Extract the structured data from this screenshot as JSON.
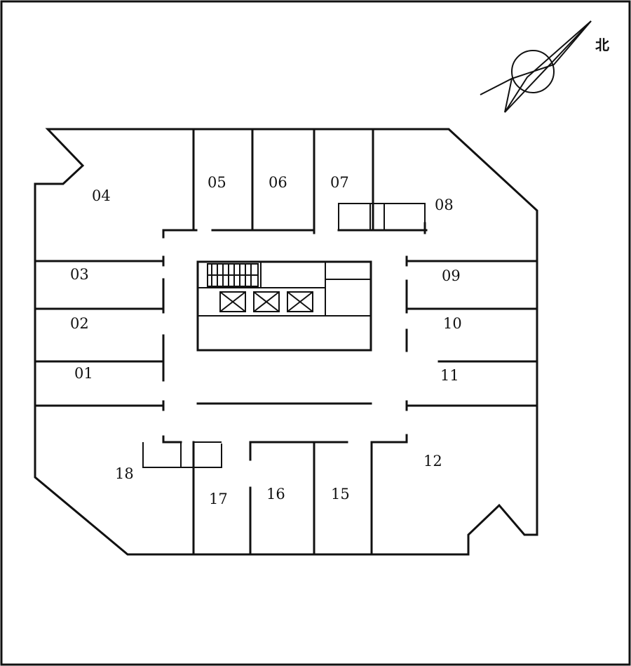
{
  "compass": {
    "label": "北"
  },
  "rooms": {
    "r01": "01",
    "r02": "02",
    "r03": "03",
    "r04": "04",
    "r05": "05",
    "r06": "06",
    "r07": "07",
    "r08": "08",
    "r09": "09",
    "r10": "10",
    "r11": "11",
    "r12": "12",
    "r15": "15",
    "r16": "16",
    "r17": "17",
    "r18": "18"
  }
}
